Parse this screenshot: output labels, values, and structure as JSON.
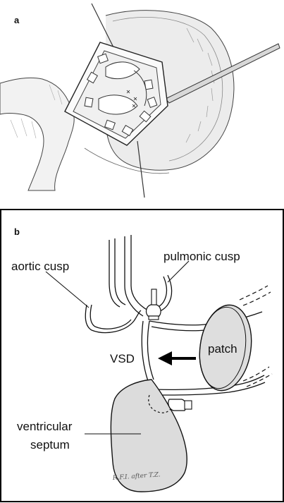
{
  "panel_a": {
    "letter": "a"
  },
  "panel_b": {
    "letter": "b",
    "labels": {
      "pulmonic_cusp": "pulmonic cusp",
      "aortic_cusp": "aortic cusp",
      "vsd": "VSD",
      "patch": "patch",
      "ventricular": "ventricular",
      "septum": "septum"
    },
    "signature": "R.F.I. after T.Z."
  },
  "colors": {
    "frame": "#000000",
    "septum_fill": "#dcdcdc",
    "patch_fill": "#dedede"
  }
}
